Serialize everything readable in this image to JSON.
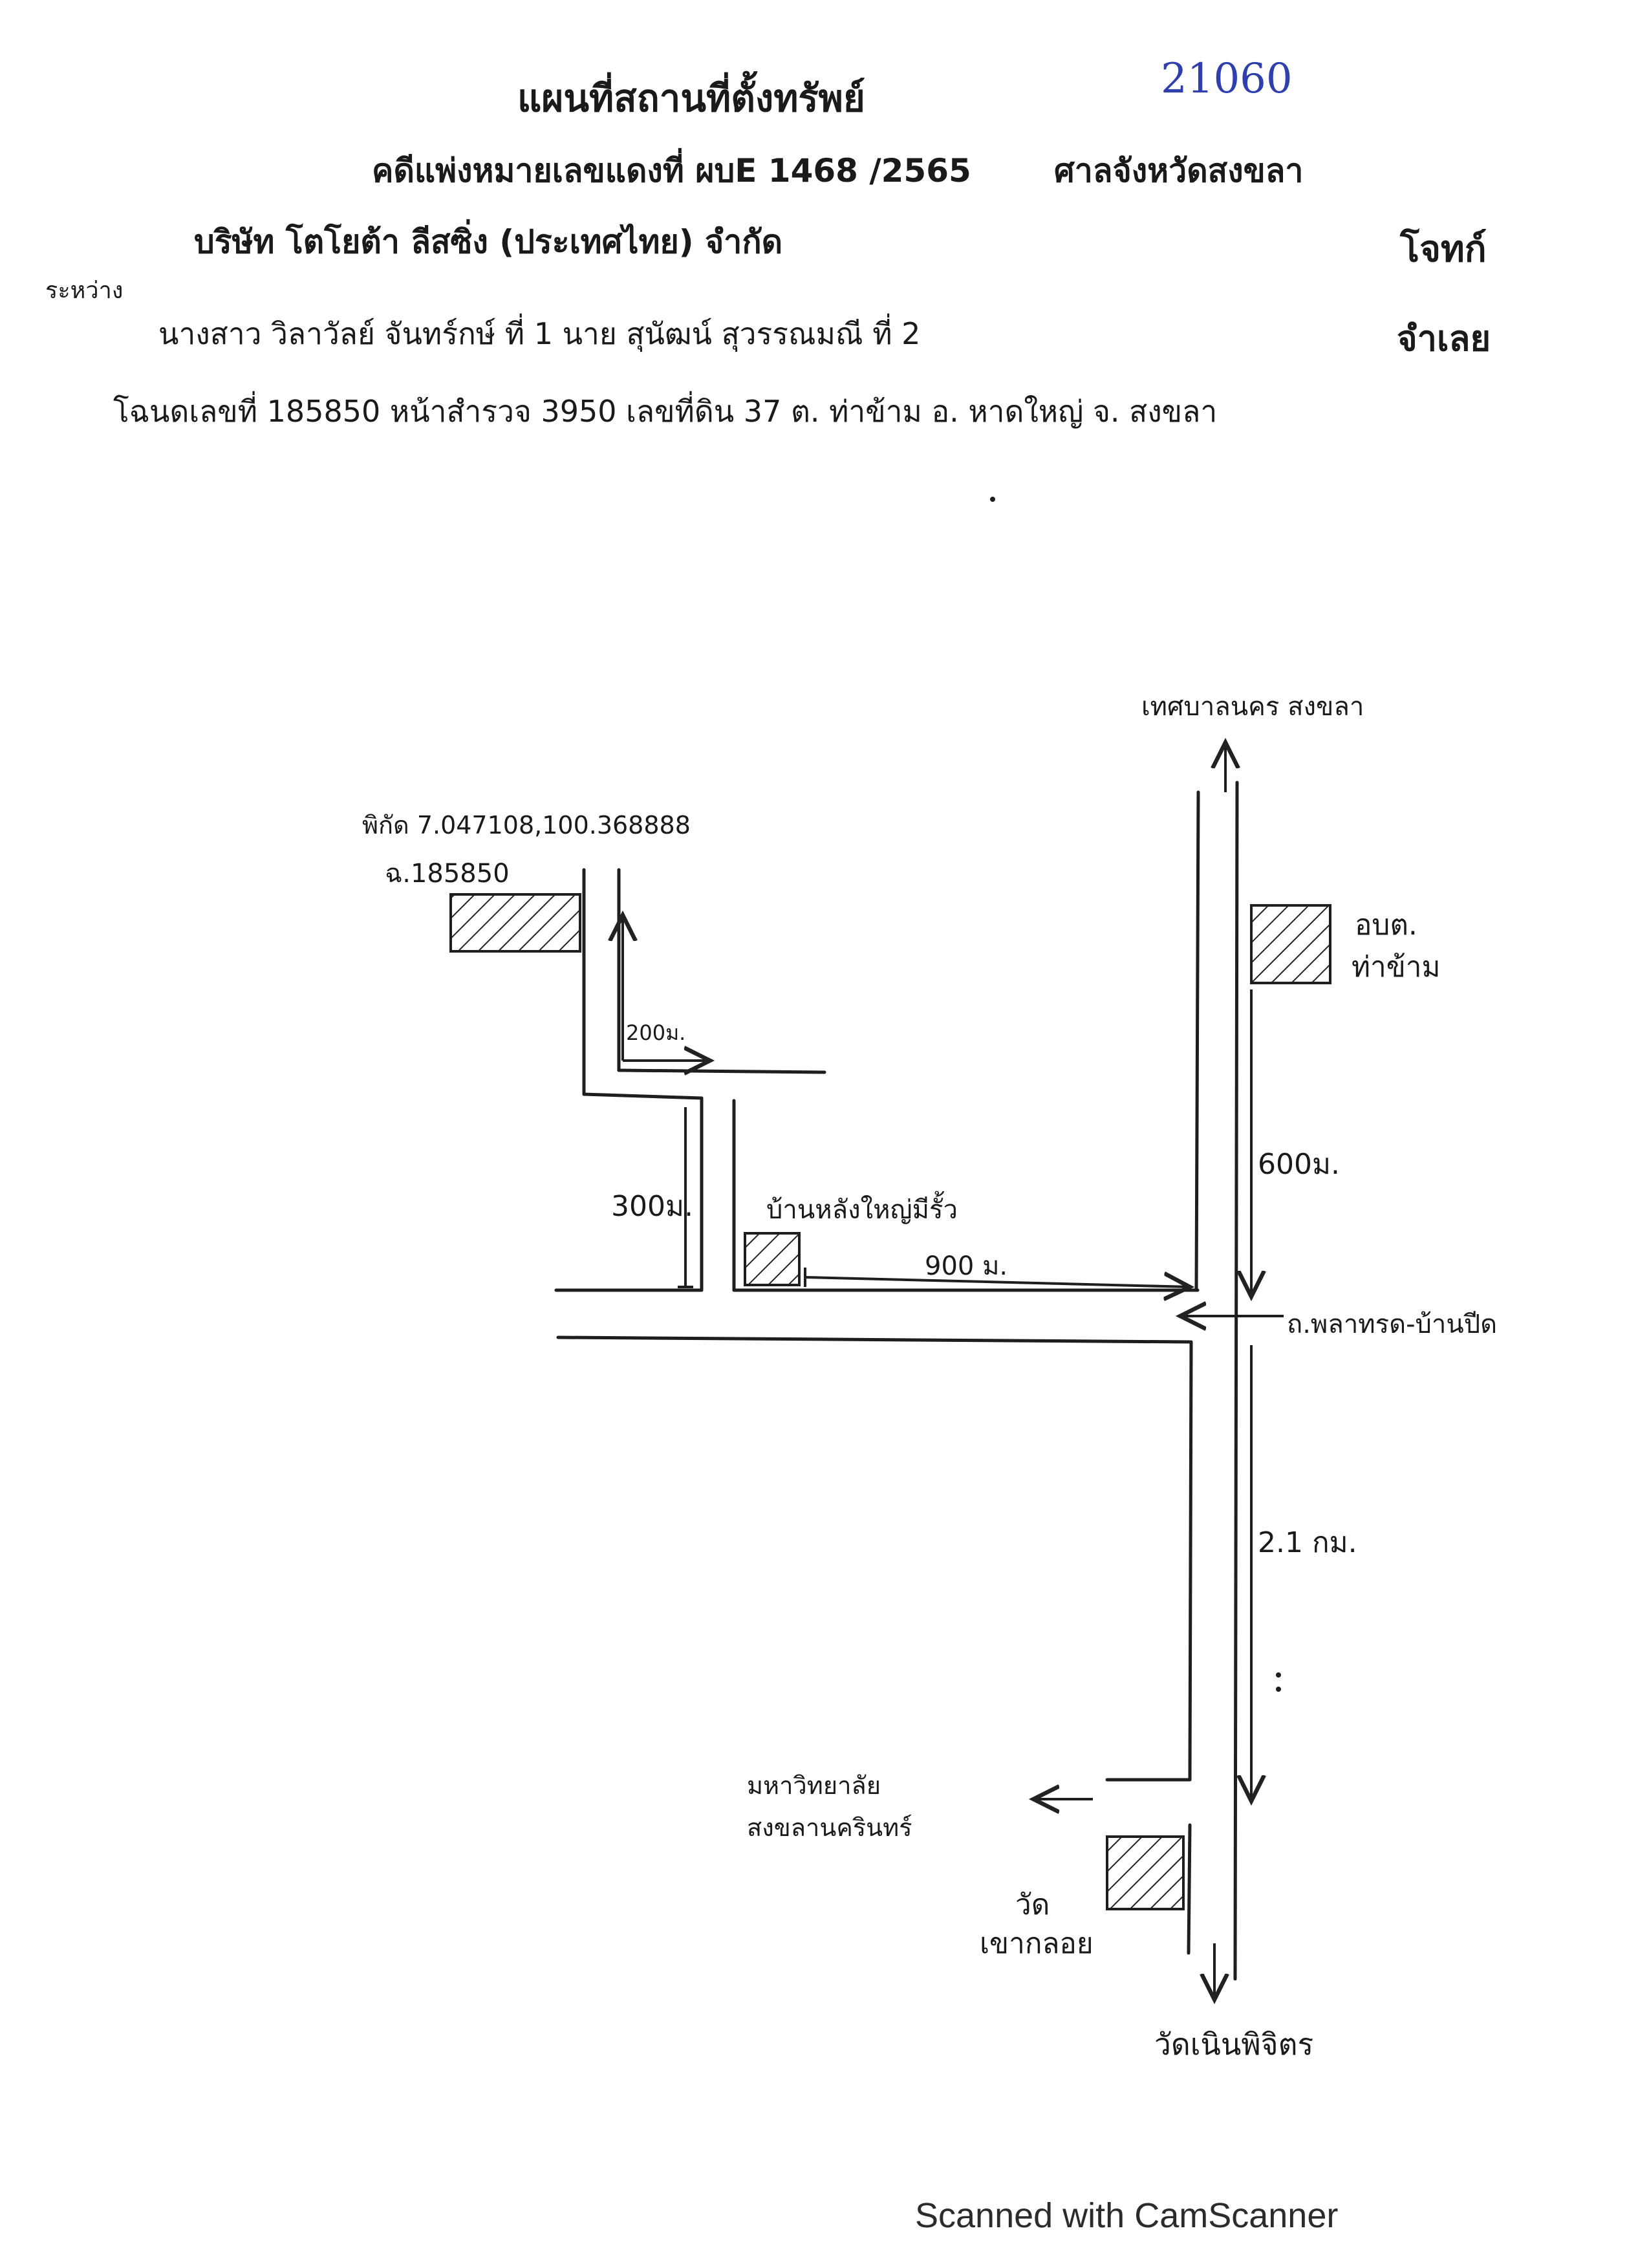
{
  "header": {
    "title": "แผนที่สถานที่ตั้งทรัพย์",
    "note": "21060",
    "case_line": "คดีแพ่งหมายเลขแดงที่ ผบE 1468 /2565",
    "province": "ศาลจังหวัดสงขลา",
    "plaintiff": "บริษัท โตโยต้า ลีสซิ่ง (ประเทศไทย) จำกัด",
    "plaintiff_role": "โจทก์",
    "between": "ระหว่าง",
    "defendants": "นางสาว วิลาวัลย์ จันทร์กษ์ ที่ 1 นาย สุนัฒน์ สุวรรณมณี ที่ 2",
    "defendant_role": "จำเลย",
    "deed_line": "โฉนดเลขที่ 185850 หน้าสำรวจ 3950 เลขที่ดิน 37 ต. ท่าข้าม อ. หาดใหญ่ จ. สงขลา"
  },
  "map": {
    "north_destination": "เทศบาลนคร สงขลา",
    "coordinates": "พิกัด 7.047108,100.368888",
    "parcel_label": "ฉ.185850",
    "sao_line1": "อบต.",
    "sao_line2": "ท่าข้าม",
    "dist_200": "200ม.",
    "dist_600": "600ม.",
    "dist_300": "300ม.",
    "house_label": "บ้านหลังใหญ่มีรั้ว",
    "dist_900": "900 ม.",
    "main_road": "ถ.พลาทรด-บ้านปีด",
    "dist_21km": "2.1 กม.",
    "university_line1": "มหาวิทยาลัย",
    "university_line2": "สงขลานครินทร์",
    "temple_line1": "วัด",
    "temple_line2": "เขากลอย",
    "south_destination": "วัดเนินพิจิตร"
  },
  "footer": {
    "watermark": "Scanned with CamScanner"
  }
}
